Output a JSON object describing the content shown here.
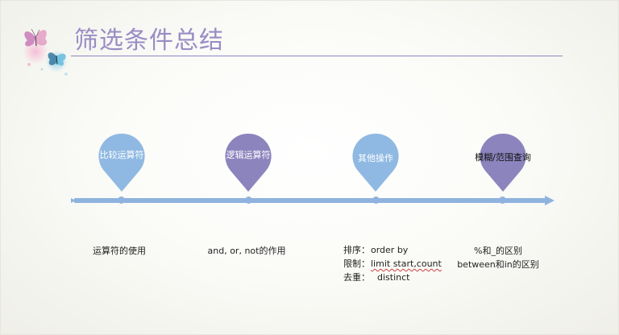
{
  "slide": {
    "title": "筛选条件总结"
  },
  "colors": {
    "title": "#9a8cc4",
    "accent_blue": "#8fb3de",
    "accent_purple": "#8c84bd",
    "timeline": "#8fb3de"
  },
  "timeline": {
    "markers": [
      {
        "label": "比较运算符",
        "color": "blue"
      },
      {
        "label": "逻辑运算符",
        "color": "purple"
      },
      {
        "label": "其他操作",
        "color": "blue"
      },
      {
        "label": "模糊/范围查询",
        "color": "purple"
      }
    ]
  },
  "descriptions": {
    "d1": "运算符的使用",
    "d2": "and, or, not的作用",
    "d3": {
      "row1_key": "排序：",
      "row1_val": "order by",
      "row2_key": "限制：",
      "row2_val": "limit start,count",
      "row3_key": "去重：",
      "row3_val": "distinct"
    },
    "d4": {
      "row1": "%和_的区别",
      "row2": "between和in的区别"
    }
  },
  "decoration": {
    "icon": "butterfly-icon"
  }
}
